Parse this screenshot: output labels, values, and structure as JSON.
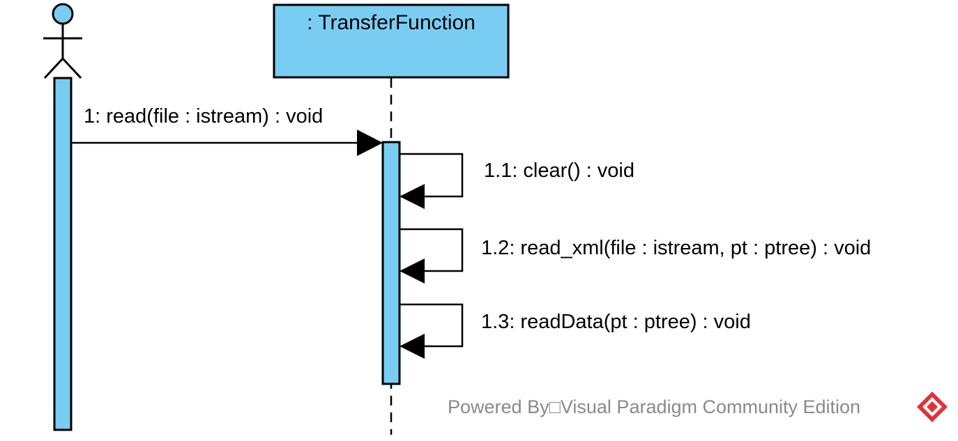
{
  "diagram": {
    "type": "sequence",
    "lifeline": {
      "title": ": TransferFunction"
    },
    "messages": [
      {
        "label": "1: read(file : istream) : void"
      },
      {
        "label": "1.1: clear() : void"
      },
      {
        "label": "1.2: read_xml(file : istream, pt : ptree) : void"
      },
      {
        "label": "1.3: readData(pt : ptree) : void"
      }
    ],
    "colors": {
      "fill": "#7acdf2",
      "stroke": "#000000",
      "watermark_text": "#8a8a8a",
      "logo_red": "#e0313a"
    }
  },
  "watermark": {
    "text": "Powered By□Visual Paradigm Community Edition",
    "icon": "visual-paradigm-logo-icon"
  }
}
